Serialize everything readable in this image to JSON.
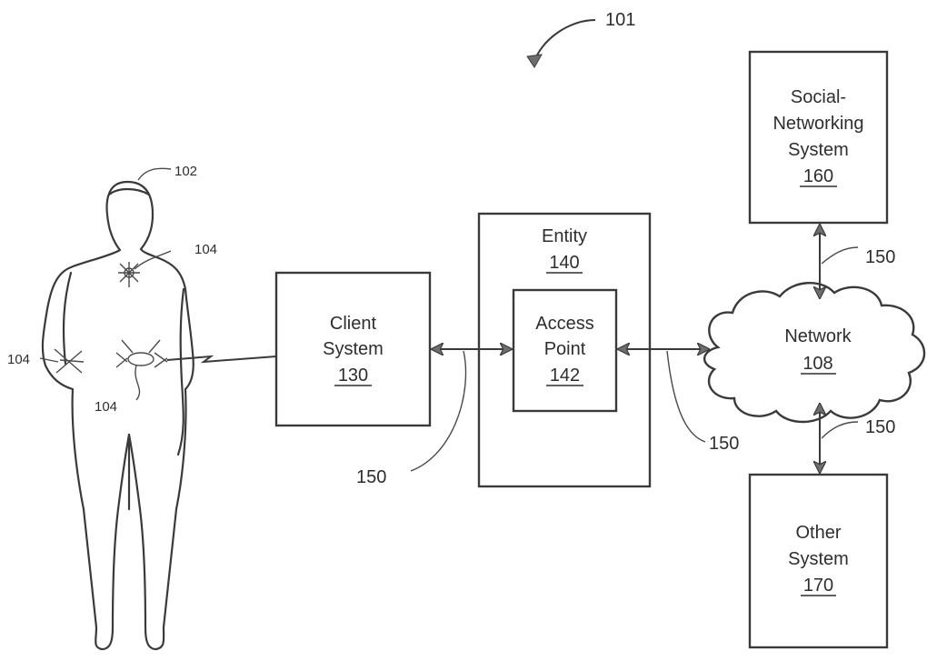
{
  "figure_ref": "101",
  "person": {
    "ref": "102",
    "sensor_ref_neck": "104",
    "sensor_ref_left": "104",
    "sensor_ref_waist": "104"
  },
  "client_system": {
    "line1": "Client",
    "line2": "System",
    "ref": "130"
  },
  "entity": {
    "line1": "Entity",
    "ref": "140"
  },
  "access_point": {
    "line1": "Access",
    "line2": "Point",
    "ref": "142"
  },
  "network": {
    "line1": "Network",
    "ref": "108"
  },
  "social_networking_system": {
    "line1": "Social-",
    "line2": "Networking",
    "line3": "System",
    "ref": "160"
  },
  "other_system": {
    "line1": "Other",
    "line2": "System",
    "ref": "170"
  },
  "links": {
    "ref_client_entity": "150",
    "ref_ap_network": "150",
    "ref_network_social": "150",
    "ref_network_other": "150"
  }
}
